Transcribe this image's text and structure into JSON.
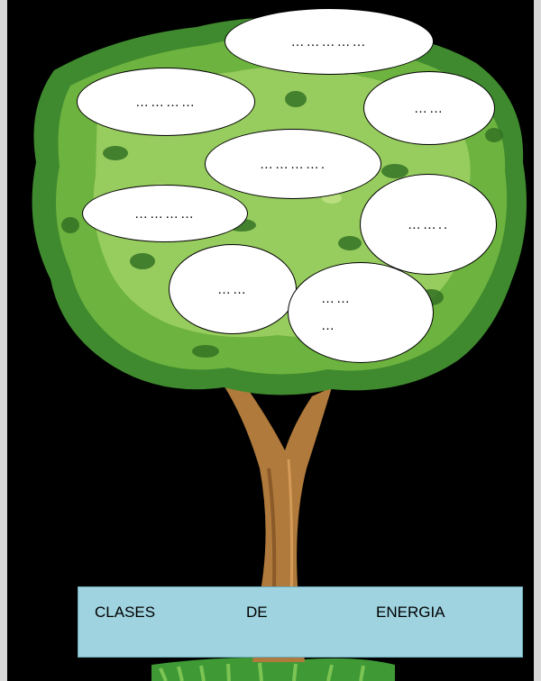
{
  "worksheet": {
    "bubbles": [
      {
        "lines": [
          "……………"
        ]
      },
      {
        "lines": [
          "…………"
        ]
      },
      {
        "lines": [
          "……"
        ]
      },
      {
        "lines": [
          "…………."
        ]
      },
      {
        "lines": [
          "…………"
        ]
      },
      {
        "lines": [
          "…….."
        ]
      },
      {
        "lines": [
          "……"
        ]
      },
      {
        "lines": [
          "……",
          "…"
        ]
      }
    ],
    "title_words": [
      "CLASES",
      "DE",
      "ENERGIA"
    ]
  },
  "colors": {
    "background": "#000000",
    "foliage_dark": "#3f8a2e",
    "foliage_mid": "#6db33f",
    "foliage_light": "#a6d46a",
    "trunk": "#b07a3c",
    "title_box": "#9fd3e0"
  }
}
